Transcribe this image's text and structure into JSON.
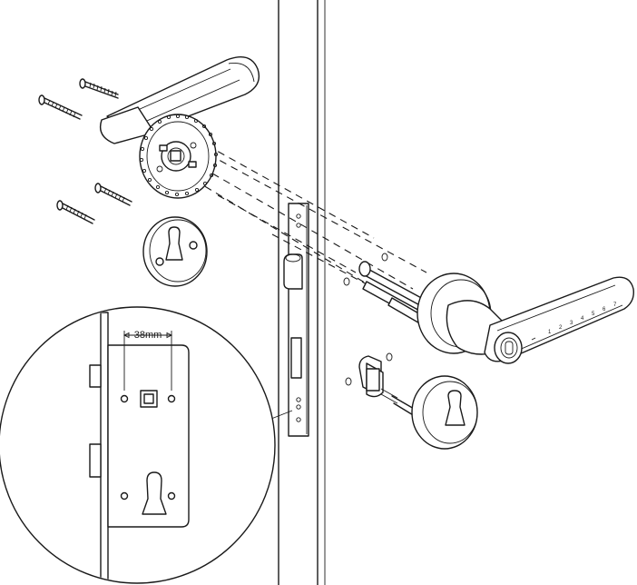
{
  "diagram": {
    "dimension_label": "38mm",
    "keypad_digits": [
      "1",
      "2",
      "3",
      "4",
      "5",
      "6",
      "7"
    ]
  }
}
